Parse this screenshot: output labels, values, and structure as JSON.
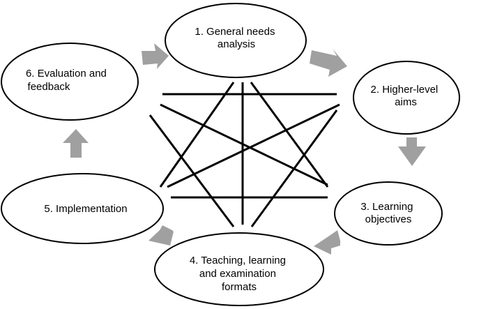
{
  "diagram": {
    "colors": {
      "ellipse_fill": "#ffffff",
      "ellipse_stroke": "#000000",
      "connector_lines": "#000000",
      "cycle_arrows": "#a0a0a0"
    },
    "stages": [
      {
        "id": "1",
        "lines": [
          "1. General needs",
          "analysis"
        ]
      },
      {
        "id": "2",
        "lines": [
          "2. Higher-level",
          "aims"
        ]
      },
      {
        "id": "3",
        "lines": [
          "3. Learning",
          "objectives"
        ]
      },
      {
        "id": "4",
        "lines": [
          "4. Teaching, learning",
          "and examination",
          "formats"
        ]
      },
      {
        "id": "5",
        "lines": [
          "5. Implementation"
        ]
      },
      {
        "id": "6",
        "lines": [
          "6. Evaluation and",
          "feedback"
        ]
      }
    ],
    "cycle_order": [
      "1",
      "2",
      "3",
      "4",
      "5",
      "6",
      "1"
    ]
  }
}
